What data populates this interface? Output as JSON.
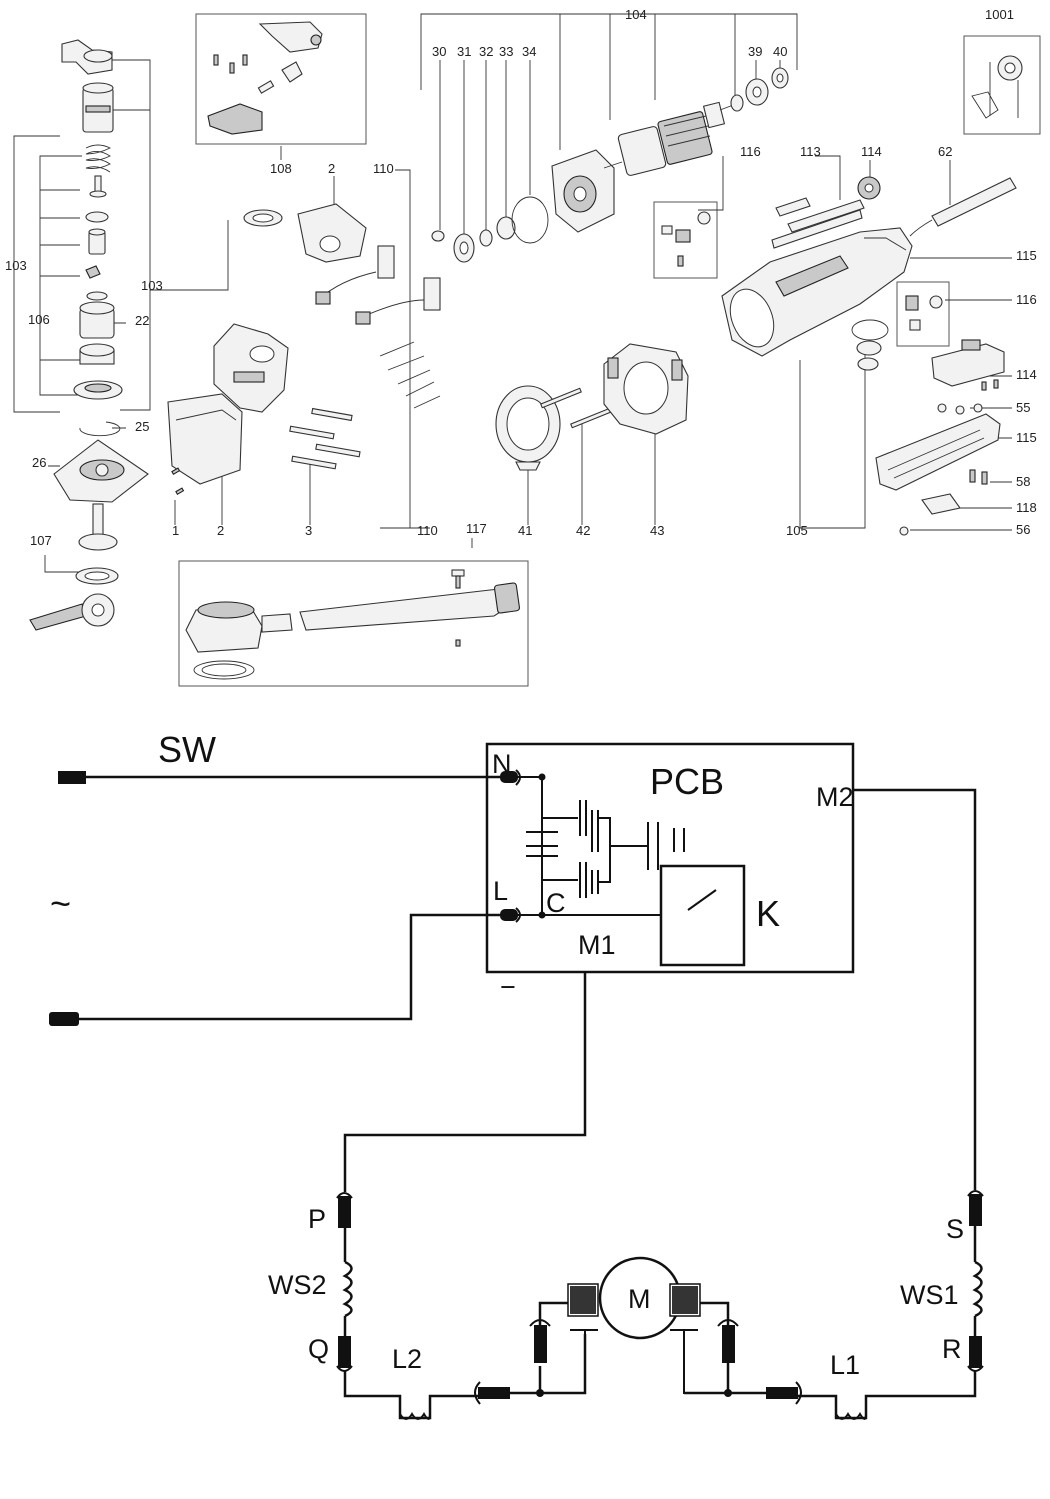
{
  "exploded_view": {
    "callouts": {
      "c104": "104",
      "c1001": "1001",
      "c30": "30",
      "c31": "31",
      "c32": "32",
      "c33": "33",
      "c34": "34",
      "c39": "39",
      "c40": "40",
      "c108": "108",
      "c2a": "2",
      "c110a": "110",
      "c116a": "116",
      "c113": "113",
      "c114a": "114",
      "c62": "62",
      "c115a": "115",
      "c103l": "103",
      "c103m": "103",
      "c106": "106",
      "c22": "22",
      "c25": "25",
      "c26": "26",
      "c116b": "116",
      "c114b": "114",
      "c55": "55",
      "c115b": "115",
      "c58": "58",
      "c118": "118",
      "c56": "56",
      "c1": "1",
      "c2b": "2",
      "c3": "3",
      "c110b": "110",
      "c41": "41",
      "c42": "42",
      "c43": "43",
      "c105": "105",
      "c107": "107",
      "c117": "117"
    }
  },
  "wiring": {
    "sw": "SW",
    "tilde": "~",
    "minus": "−",
    "n": "N",
    "pcb": "PCB",
    "m2": "M2",
    "l": "L",
    "c": "C",
    "k": "K",
    "m1": "M1",
    "p": "P",
    "ws2": "WS2",
    "q": "Q",
    "l2": "L2",
    "motor": "M",
    "l1": "L1",
    "s": "S",
    "ws1": "WS1",
    "r": "R"
  }
}
